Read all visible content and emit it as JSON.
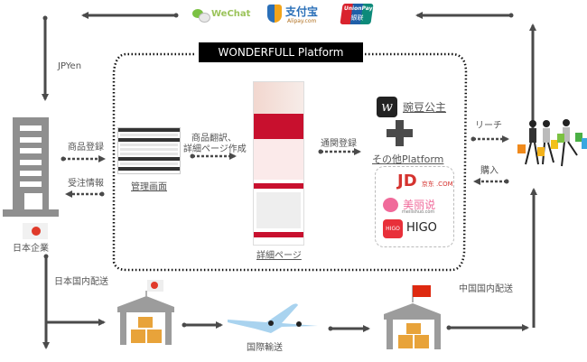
{
  "title": "WONDERFULL Platform",
  "payments": [
    {
      "name": "WeChat",
      "icon": "wechat-logo"
    },
    {
      "name": "支付宝",
      "sub": "Alipay.com",
      "icon": "alipay-logo"
    },
    {
      "name": "UnionPay",
      "sub": "银联",
      "icon": "unionpay-logo"
    }
  ],
  "labels": {
    "jpyen": "JPYen",
    "product_register": "商品登録",
    "order_info": "受注情報",
    "admin_screen": "管理画面",
    "translate_line1": "商品翻訳、",
    "translate_line2": "詳細ページ作成",
    "detail_page": "詳細ページ",
    "customs": "通関登録",
    "wandou": "豌豆公主",
    "other_platform": "その他Platform",
    "reach": "リーチ",
    "purchase": "購入",
    "japan_company": "日本企業",
    "jp_domestic": "日本国内配送",
    "intl_shipping": "国際輸送",
    "cn_domestic": "中国国内配送"
  },
  "platforms": [
    {
      "name": "JD",
      "sub": "京东 .COM"
    },
    {
      "name": "美丽说",
      "sub": "meilishuo.com"
    },
    {
      "name": "HIGO",
      "badge": "HIGO"
    }
  ],
  "colors": {
    "arrow": "#4a4a4a",
    "building": "#8f8f8f",
    "box": "#e8a33a",
    "jp_red": "#e03a2a",
    "cn_red": "#de2910",
    "plane": "#a9d3ef",
    "jd_red": "#d5332f",
    "meili_pink": "#f06a9a"
  }
}
